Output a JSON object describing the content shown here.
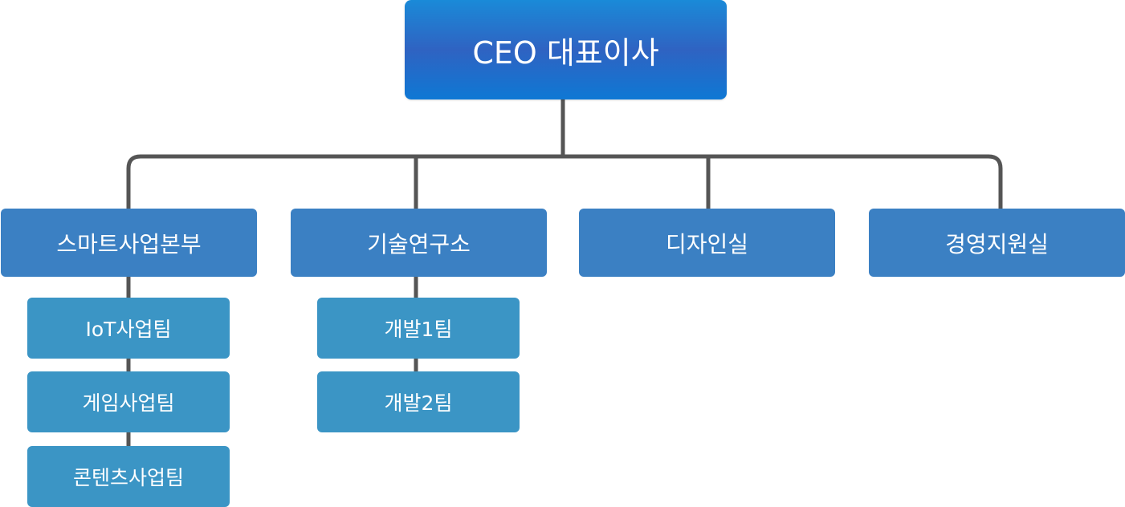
{
  "org": {
    "ceo": "CEO 대표이사",
    "departments": [
      {
        "label": "스마트사업본부",
        "teams": [
          "IoT사업팀",
          "게임사업팀",
          "콘텐츠사업팀"
        ]
      },
      {
        "label": "기술연구소",
        "teams": [
          "개발1팀",
          "개발2팀"
        ]
      },
      {
        "label": "디자인실",
        "teams": []
      },
      {
        "label": "경영지원실",
        "teams": []
      }
    ]
  },
  "colors": {
    "ceo_gradient_top": "#1a8ad8",
    "ceo_gradient_mid": "#2f63c2",
    "department": "#3b80c3",
    "team": "#3b95c5",
    "connector": "#555555",
    "text": "#ffffff"
  }
}
